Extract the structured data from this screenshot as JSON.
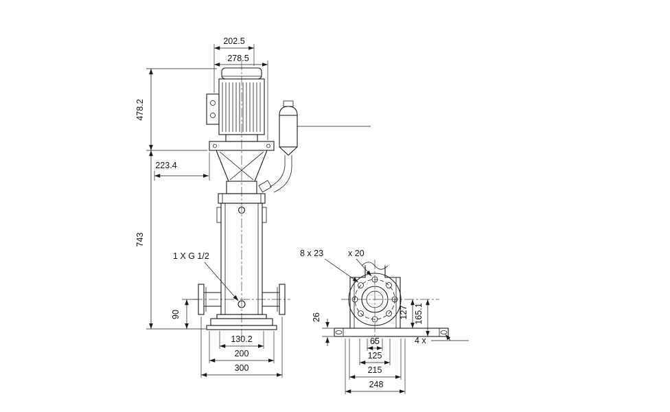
{
  "drawing": {
    "front": {
      "dim_202_5": "202.5",
      "dim_278_5": "278.5",
      "dim_478_2": "478.2",
      "dim_223_4": "223.4",
      "dim_743": "743",
      "port_note": "1 X G 1/2",
      "dim_90": "90",
      "dim_130_2": "130.2",
      "dim_200": "200",
      "dim_300": "300"
    },
    "side": {
      "holes_note_1": "8 x 23",
      "holes_note_2": "x 20",
      "dim_26": "26",
      "dim_127": "127",
      "dim_165_1": "165.1",
      "dim_65": "65",
      "dim_125": "125",
      "dim_215": "215",
      "dim_248": "248",
      "slots_note": "4 x"
    }
  }
}
